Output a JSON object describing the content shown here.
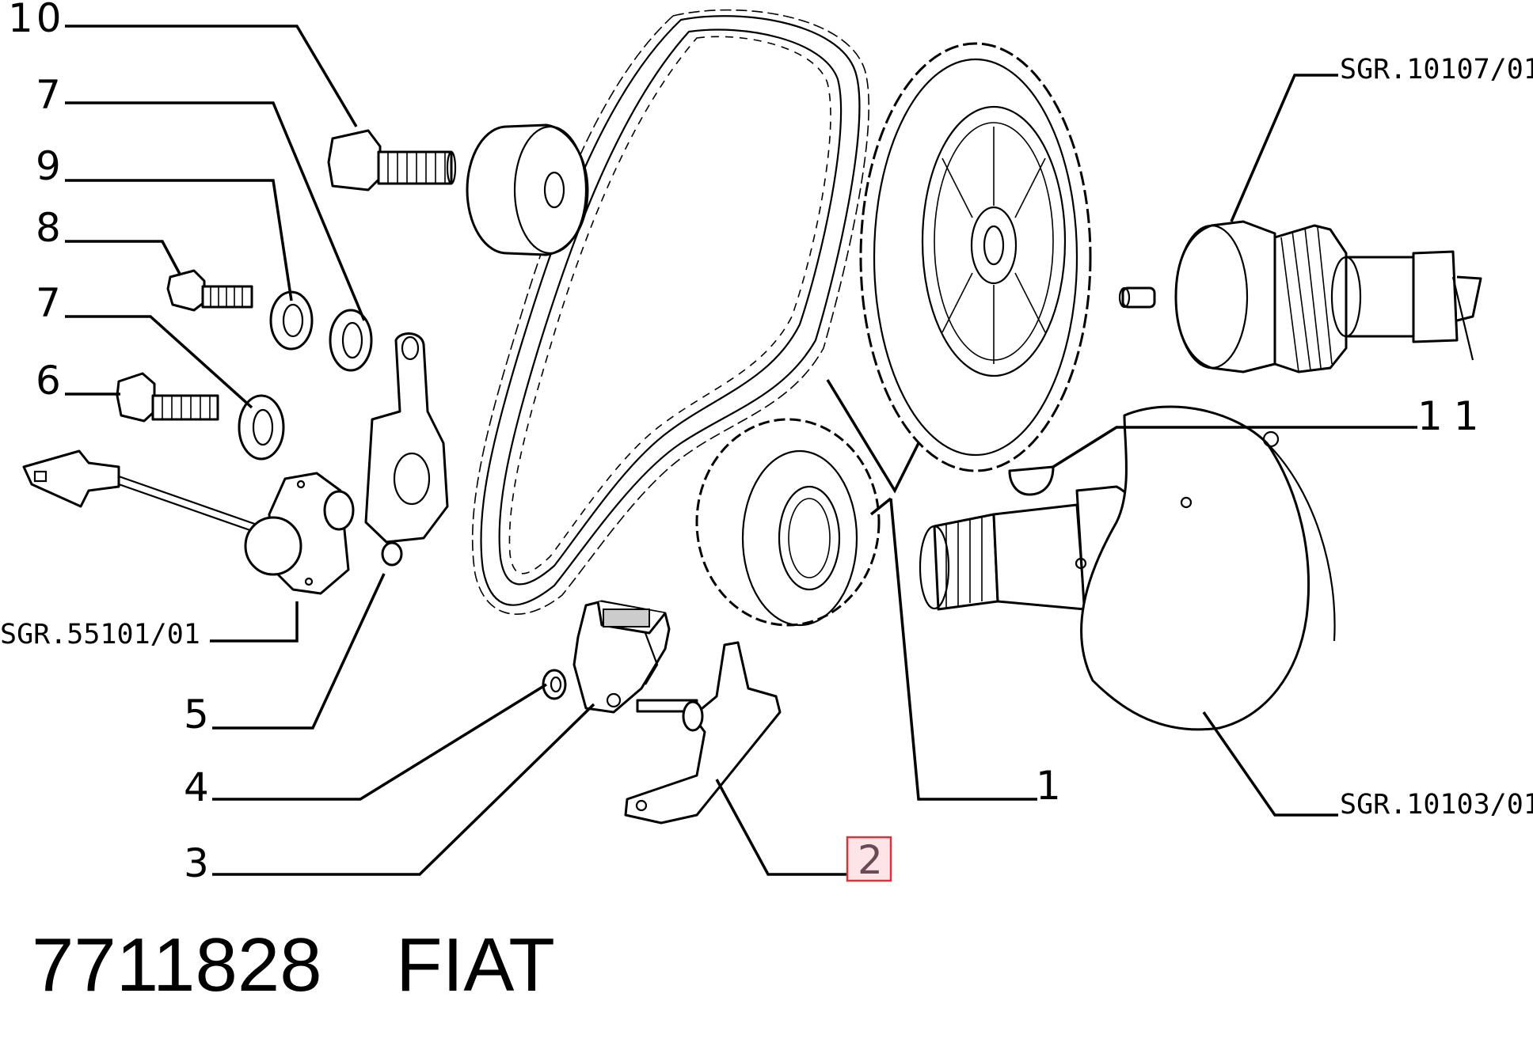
{
  "callouts": {
    "c10": "10",
    "c7a": "7",
    "c9": "9",
    "c8": "8",
    "c7b": "7",
    "c6": "6",
    "c5": "5",
    "c4": "4",
    "c3": "3",
    "c2": "2",
    "c1": "1",
    "c11": "11"
  },
  "references": {
    "camshaft": "SGR.10107/01",
    "crankshaft": "SGR.10103/01",
    "sensor": "SGR.55101/01"
  },
  "footer": {
    "part_number": "7711828",
    "brand": "FIAT"
  },
  "colors": {
    "highlight_border": "#e0303a",
    "highlight_fill": "#fde4e6",
    "ink": "#000000"
  }
}
